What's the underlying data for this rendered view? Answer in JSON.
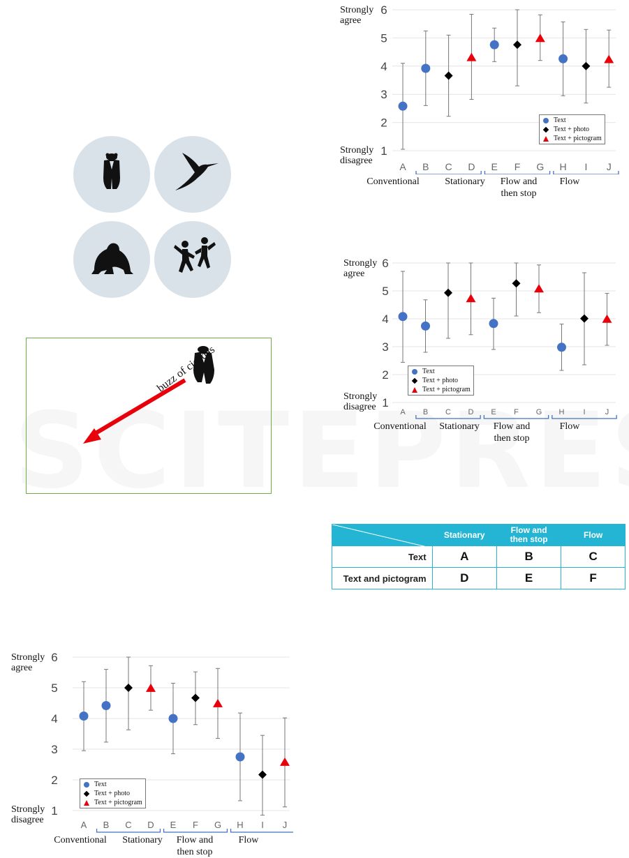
{
  "chart_data": [
    {
      "type": "scatter",
      "categories": [
        "A",
        "B",
        "C",
        "D",
        "E",
        "F",
        "G",
        "H",
        "I",
        "J"
      ],
      "ylim": [
        1,
        6
      ],
      "ytick_labels": [
        "1",
        "2",
        "3",
        "4",
        "5",
        "6"
      ],
      "ylabel_top": "Strongly\nagree",
      "ylabel_bottom": "Strongly\ndisagree",
      "groups": [
        {
          "label": "Conventional",
          "categories": [
            "A"
          ]
        },
        {
          "label": "Stationary",
          "categories": [
            "B",
            "C",
            "D"
          ]
        },
        {
          "label": "Flow and\nthen stop",
          "categories": [
            "E",
            "F",
            "G"
          ]
        },
        {
          "label": "Flow",
          "categories": [
            "H",
            "I",
            "J"
          ]
        }
      ],
      "legend": [
        "Text",
        "Text + photo",
        "Text + pictogram"
      ],
      "legend_position": "bottom-right",
      "grid": true,
      "points": [
        {
          "cat": "A",
          "series": "Text",
          "y": 2.58,
          "low": 1.05,
          "high": 4.1
        },
        {
          "cat": "B",
          "series": "Text",
          "y": 3.92,
          "low": 2.6,
          "high": 5.25
        },
        {
          "cat": "C",
          "series": "Text + photo",
          "y": 3.66,
          "low": 2.22,
          "high": 5.1
        },
        {
          "cat": "D",
          "series": "Text + pictogram",
          "y": 4.3,
          "low": 2.82,
          "high": 5.84
        },
        {
          "cat": "E",
          "series": "Text",
          "y": 4.76,
          "low": 4.16,
          "high": 5.35
        },
        {
          "cat": "F",
          "series": "Text + photo",
          "y": 4.76,
          "low": 3.3,
          "high": 6.0
        },
        {
          "cat": "G",
          "series": "Text + pictogram",
          "y": 4.98,
          "low": 4.2,
          "high": 5.82
        },
        {
          "cat": "H",
          "series": "Text",
          "y": 4.26,
          "low": 2.95,
          "high": 5.57
        },
        {
          "cat": "I",
          "series": "Text + photo",
          "y": 4.0,
          "low": 2.69,
          "high": 5.3
        },
        {
          "cat": "J",
          "series": "Text + pictogram",
          "y": 4.23,
          "low": 3.25,
          "high": 5.28
        }
      ]
    },
    {
      "type": "scatter",
      "categories": [
        "A",
        "B",
        "C",
        "D",
        "E",
        "F",
        "G",
        "H",
        "I",
        "J"
      ],
      "ylim": [
        1,
        6
      ],
      "ytick_labels": [
        "1",
        "2",
        "3",
        "4",
        "5",
        "6"
      ],
      "ylabel_top": "Strongly\nagree",
      "ylabel_bottom": "Strongly\ndisagree",
      "groups": [
        {
          "label": "Conventional",
          "categories": [
            "A"
          ]
        },
        {
          "label": "Stationary",
          "categories": [
            "B",
            "C",
            "D"
          ]
        },
        {
          "label": "Flow and\nthen stop",
          "categories": [
            "E",
            "F",
            "G"
          ]
        },
        {
          "label": "Flow",
          "categories": [
            "H",
            "I",
            "J"
          ]
        }
      ],
      "legend": [
        "Text",
        "Text + photo",
        "Text + pictogram"
      ],
      "legend_position": "bottom-left",
      "grid": true,
      "points": [
        {
          "cat": "A",
          "series": "Text",
          "y": 4.08,
          "low": 2.44,
          "high": 5.7
        },
        {
          "cat": "B",
          "series": "Text",
          "y": 3.74,
          "low": 2.8,
          "high": 4.68
        },
        {
          "cat": "C",
          "series": "Text + photo",
          "y": 4.93,
          "low": 3.3,
          "high": 6.0
        },
        {
          "cat": "D",
          "series": "Text + pictogram",
          "y": 4.72,
          "low": 3.43,
          "high": 6.0
        },
        {
          "cat": "E",
          "series": "Text",
          "y": 3.83,
          "low": 2.9,
          "high": 4.74
        },
        {
          "cat": "F",
          "series": "Text + photo",
          "y": 5.27,
          "low": 4.1,
          "high": 6.0
        },
        {
          "cat": "G",
          "series": "Text + pictogram",
          "y": 5.07,
          "low": 4.22,
          "high": 5.93
        },
        {
          "cat": "H",
          "series": "Text",
          "y": 2.98,
          "low": 2.15,
          "high": 3.81
        },
        {
          "cat": "I",
          "series": "Text + photo",
          "y": 4.01,
          "low": 2.35,
          "high": 5.65
        },
        {
          "cat": "J",
          "series": "Text + pictogram",
          "y": 3.98,
          "low": 3.05,
          "high": 4.91
        }
      ]
    },
    {
      "type": "scatter",
      "categories": [
        "A",
        "B",
        "C",
        "D",
        "E",
        "F",
        "G",
        "H",
        "I",
        "J"
      ],
      "ylim": [
        1,
        6
      ],
      "ytick_labels": [
        "1",
        "2",
        "3",
        "4",
        "5",
        "6"
      ],
      "ylabel_top": "Strongly\nagree",
      "ylabel_bottom": "Strongly\ndisagree",
      "groups": [
        {
          "label": "Conventional",
          "categories": [
            "A"
          ]
        },
        {
          "label": "Stationary",
          "categories": [
            "B",
            "C",
            "D"
          ]
        },
        {
          "label": "Flow and\nthen stop",
          "categories": [
            "E",
            "F",
            "G"
          ]
        },
        {
          "label": "Flow",
          "categories": [
            "H",
            "I",
            "J"
          ]
        }
      ],
      "legend": [
        "Text",
        "Text + photo",
        "Text + pictogram"
      ],
      "legend_position": "bottom-left",
      "grid": true,
      "points": [
        {
          "cat": "A",
          "series": "Text",
          "y": 4.08,
          "low": 2.95,
          "high": 5.2
        },
        {
          "cat": "B",
          "series": "Text",
          "y": 4.42,
          "low": 3.23,
          "high": 5.6
        },
        {
          "cat": "C",
          "series": "Text + photo",
          "y": 5.0,
          "low": 3.63,
          "high": 6.0
        },
        {
          "cat": "D",
          "series": "Text + pictogram",
          "y": 4.98,
          "low": 4.27,
          "high": 5.72
        },
        {
          "cat": "E",
          "series": "Text",
          "y": 4.0,
          "low": 2.85,
          "high": 5.15
        },
        {
          "cat": "F",
          "series": "Text + photo",
          "y": 4.67,
          "low": 3.8,
          "high": 5.52
        },
        {
          "cat": "G",
          "series": "Text + pictogram",
          "y": 4.48,
          "low": 3.35,
          "high": 5.63
        },
        {
          "cat": "H",
          "series": "Text",
          "y": 2.75,
          "low": 1.32,
          "high": 4.18
        },
        {
          "cat": "I",
          "series": "Text + photo",
          "y": 2.17,
          "low": 0.85,
          "high": 3.45
        },
        {
          "cat": "J",
          "series": "Text + pictogram",
          "y": 2.57,
          "low": 1.12,
          "high": 4.02
        }
      ]
    }
  ],
  "colors": {
    "text": "#4472c4",
    "photo": "#000000",
    "pictogram": "#e8000b",
    "bracket": "#4472c4",
    "table_header": "#23b5d3"
  },
  "icons": [
    "cicada-icon",
    "hummingbird-icon",
    "frog-icon",
    "dancing-people-icon"
  ],
  "scene": {
    "caption": "buzz of cicadas",
    "arrow_color": "#e8000b"
  },
  "table": {
    "columns": [
      "Stationary",
      "Flow and\nthen stop",
      "Flow"
    ],
    "rows": [
      {
        "label": "Text",
        "cells": [
          "A",
          "B",
          "C"
        ]
      },
      {
        "label": "Text and pictogram",
        "cells": [
          "D",
          "E",
          "F"
        ]
      }
    ]
  }
}
